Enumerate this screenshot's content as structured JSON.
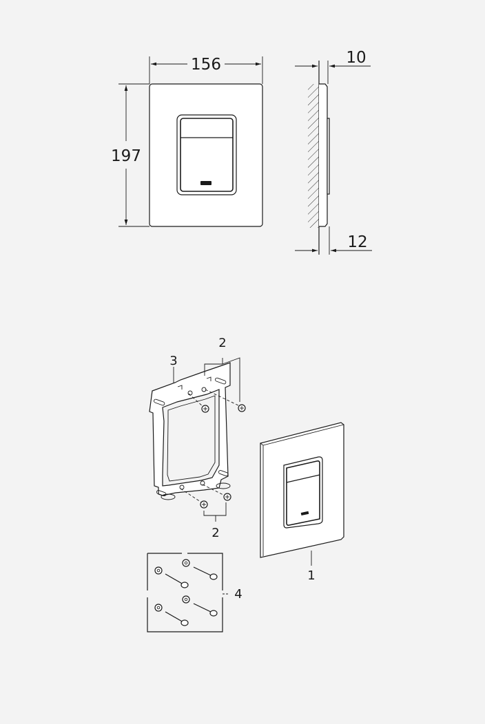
{
  "drawing": {
    "front_view": {
      "width_label": "156",
      "height_label": "197"
    },
    "side_view": {
      "top_label": "10",
      "bottom_label": "12"
    },
    "callouts": {
      "plate": "1",
      "screws_top": "2",
      "screws_bottom": "2",
      "frame": "3",
      "fixing_kit": "4"
    }
  },
  "icons": {
    "brand_logo": "brand-logo-icon"
  }
}
